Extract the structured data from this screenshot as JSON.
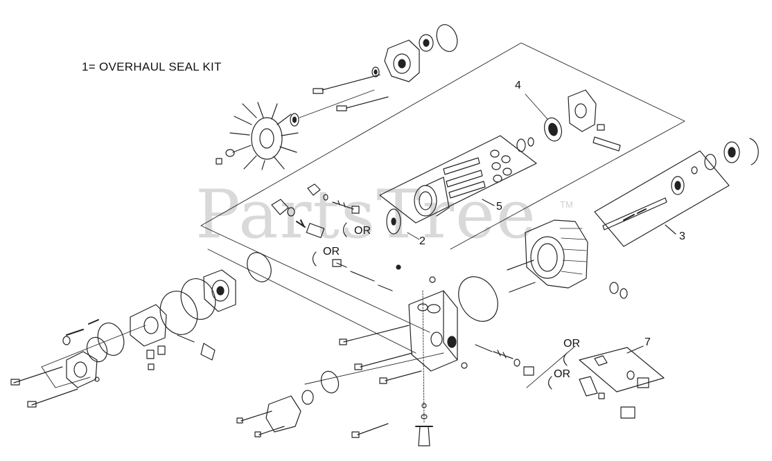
{
  "title": "1= OVERHAUL SEAL KIT",
  "watermark": {
    "text": "PartsTree",
    "trademark": "TM"
  },
  "callouts": {
    "c2": "2",
    "c3": "3",
    "c4": "4",
    "c5": "5",
    "c7": "7"
  },
  "or_labels": {
    "or_a": "OR",
    "or_b": "OR",
    "or_c": "OR",
    "or_d": "OR"
  },
  "colors": {
    "line": "#222222",
    "watermark": "#d9d9d9"
  }
}
